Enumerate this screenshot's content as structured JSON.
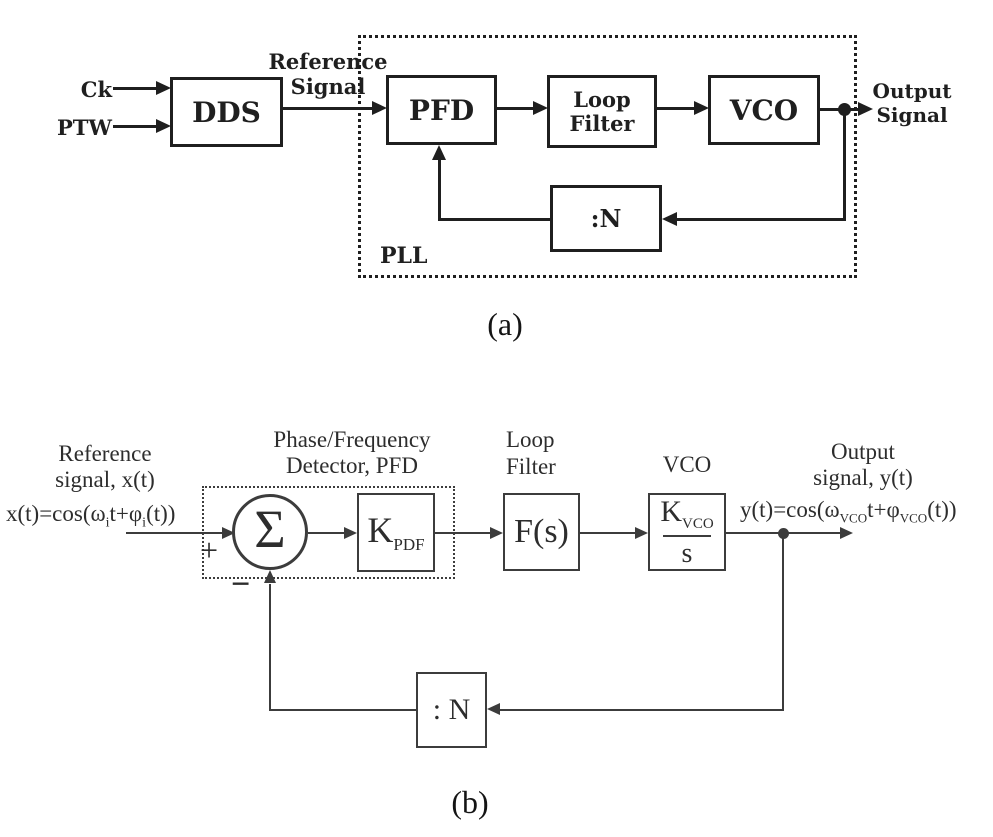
{
  "figure": {
    "caption_a": "(a)",
    "caption_b": "(b)"
  },
  "diagram_a": {
    "input_ck": "Ck",
    "input_ptw": "PTW",
    "block_dds": "DDS",
    "block_pfd": "PFD",
    "block_loop_filter_line1": "Loop",
    "block_loop_filter_line2": "Filter",
    "block_vco": "VCO",
    "block_divider": ":N",
    "label_reference_line1": "Reference",
    "label_reference_line2": "Signal",
    "label_output_line1": "Output",
    "label_output_line2": "Signal",
    "label_pll": "PLL"
  },
  "diagram_b": {
    "label_ref_line1": "Reference",
    "label_ref_line2": "signal, x(t)",
    "label_pfd_line1": "Phase/Frequency",
    "label_pfd_line2": "Detector, PFD",
    "label_loop_line1": "Loop",
    "label_loop_line2": "Filter",
    "label_vco": "VCO",
    "label_out_line1": "Output",
    "label_out_line2": "signal, y(t)",
    "formula_x_p1": "x(t)=cos(ω",
    "formula_x_s1": "i",
    "formula_x_p2": "t+φ",
    "formula_x_s2": "i",
    "formula_x_p3": "(t))",
    "formula_y_p1": "y(t)=cos(ω",
    "formula_y_s1": "VCO",
    "formula_y_p2": "t+φ",
    "formula_y_s2": "VCO",
    "formula_y_p3": "(t))",
    "sum_symbol": "Σ",
    "sum_plus": "+",
    "sum_minus": "−",
    "k_pdf_main": "K",
    "k_pdf_sub": "PDF",
    "block_loop_filter": "F(s)",
    "vco_num_main": "K",
    "vco_num_sub": "VCO",
    "vco_den": "s",
    "block_divider": ": N"
  }
}
